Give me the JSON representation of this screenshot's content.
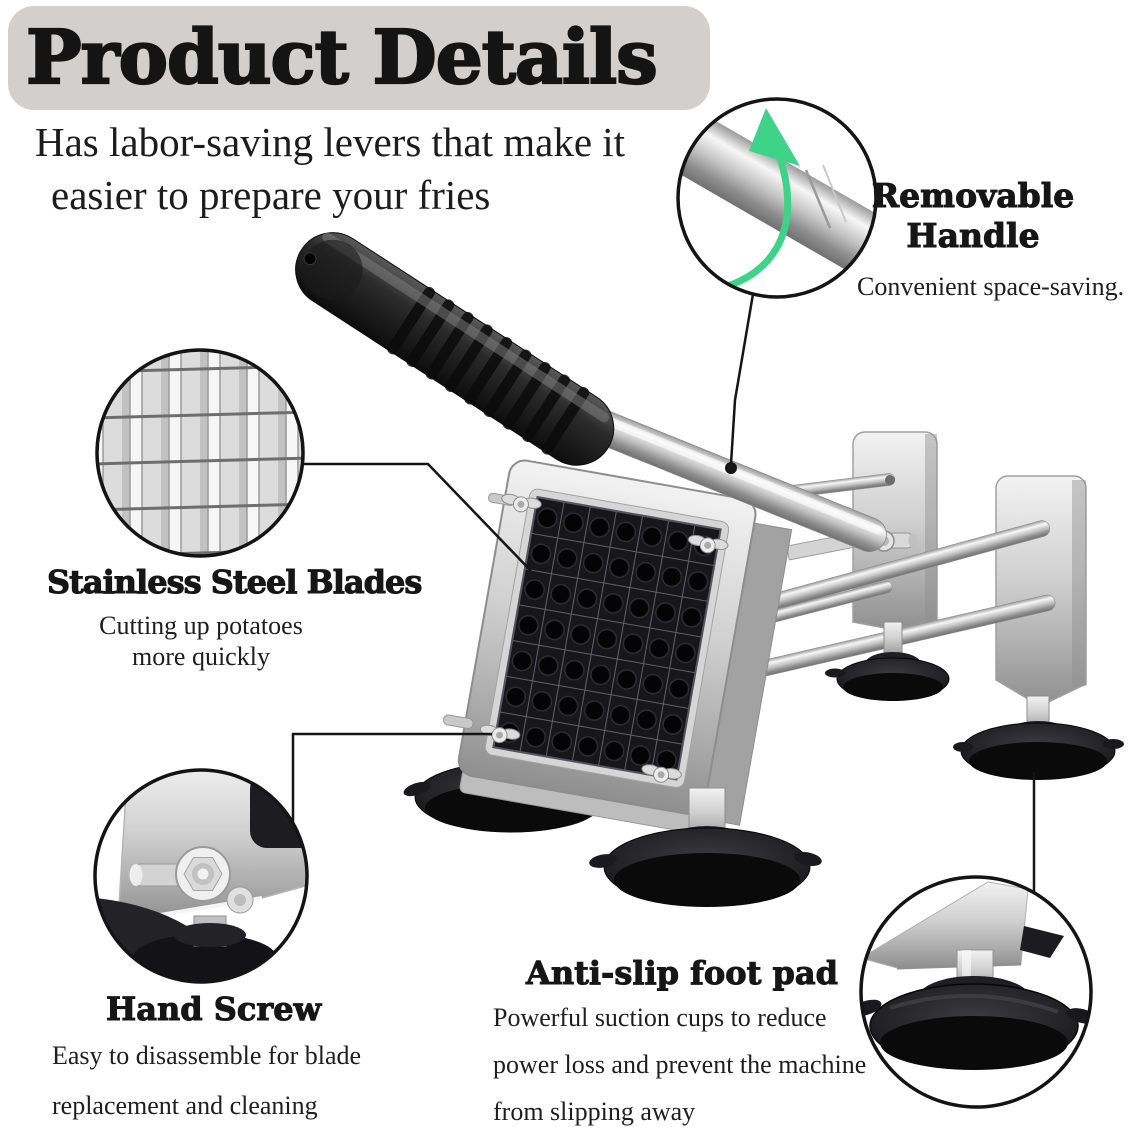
{
  "banner": {
    "title": "Product Details",
    "bg_color": "#d2d0ce"
  },
  "intro": {
    "lines": [
      "Has labor-saving levers that make it",
      "easier to prepare your fries"
    ]
  },
  "callouts": {
    "removable_handle": {
      "title_lines": [
        "Removable",
        "Handle"
      ],
      "desc": "Convenient space-saving."
    },
    "stainless_steel_blades": {
      "title": "Stainless Steel Blades",
      "desc_lines": [
        "Cutting up potatoes",
        "more quickly"
      ]
    },
    "hand_screw": {
      "title": "Hand Screw",
      "desc_lines": [
        "Easy to disassemble for blade",
        "replacement and cleaning"
      ]
    },
    "anti_slip_foot_pad": {
      "title": "Anti-slip foot pad",
      "desc_lines": [
        "Powerful suction cups to reduce",
        "power loss and prevent the machine",
        "from slipping away"
      ]
    }
  },
  "icons": {
    "rotate_arrow": "curved-green-arrow"
  },
  "colors": {
    "accent_green": "#3fd389",
    "banner_bg": "#d2d0ce",
    "text": "#1a1a1a",
    "leader_line": "#151515"
  }
}
